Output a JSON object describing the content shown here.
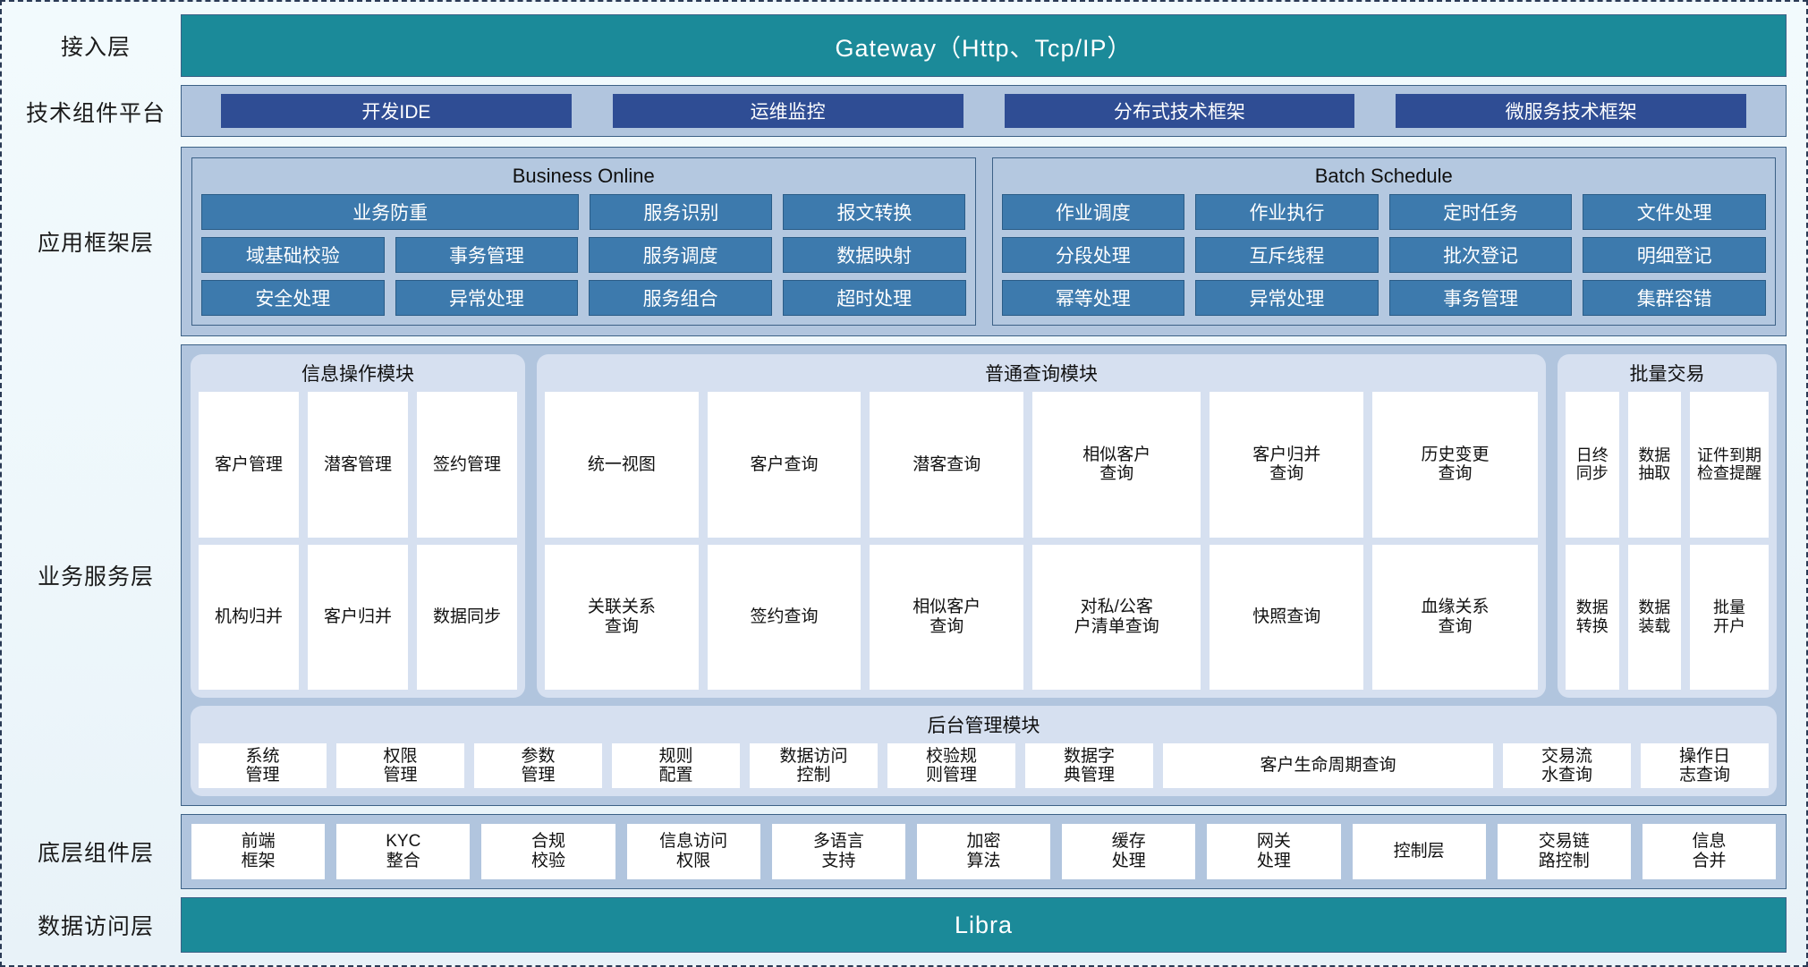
{
  "diagram": {
    "title": "Customer Information System Layered Architecture",
    "colors": {
      "teal": "#1b8a99",
      "band": "#b1c5de",
      "dark_blue_button": "#2f4d94",
      "mid_blue_cell": "#3d7aad",
      "group_panel": "#d6e0f0",
      "border": "#3c6186",
      "canvas_bg": "#eef7fb"
    },
    "layers": [
      {
        "id": "access",
        "label": "接入层"
      },
      {
        "id": "tech",
        "label": "技术组件平台"
      },
      {
        "id": "appframe",
        "label": "应用框架层"
      },
      {
        "id": "bizsvc",
        "label": "业务服务层"
      },
      {
        "id": "basecomp",
        "label": "底层组件层"
      },
      {
        "id": "dataacc",
        "label": "数据访问层"
      }
    ],
    "access_layer": {
      "bar_label": "Gateway（Http、Tcp/IP）"
    },
    "tech_platform": {
      "buttons": [
        {
          "label": "开发IDE"
        },
        {
          "label": "运维监控"
        },
        {
          "label": "分布式技术框架"
        },
        {
          "label": "微服务技术框架"
        }
      ]
    },
    "app_framework": {
      "groups": [
        {
          "title": "Business Online",
          "rows": [
            [
              {
                "label": "业务防重",
                "span": 2
              },
              {
                "label": "服务识别",
                "span": 1
              },
              {
                "label": "报文转换",
                "span": 1
              }
            ],
            [
              {
                "label": "域基础校验",
                "span": 1
              },
              {
                "label": "事务管理",
                "span": 1
              },
              {
                "label": "服务调度",
                "span": 1
              },
              {
                "label": "数据映射",
                "span": 1
              }
            ],
            [
              {
                "label": "安全处理",
                "span": 1
              },
              {
                "label": "异常处理",
                "span": 1
              },
              {
                "label": "服务组合",
                "span": 1
              },
              {
                "label": "超时处理",
                "span": 1
              }
            ]
          ]
        },
        {
          "title": "Batch Schedule",
          "rows": [
            [
              {
                "label": "作业调度",
                "span": 1
              },
              {
                "label": "作业执行",
                "span": 1
              },
              {
                "label": "定时任务",
                "span": 1
              },
              {
                "label": "文件处理",
                "span": 1
              }
            ],
            [
              {
                "label": "分段处理",
                "span": 1
              },
              {
                "label": "互斥线程",
                "span": 1
              },
              {
                "label": "批次登记",
                "span": 1
              },
              {
                "label": "明细登记",
                "span": 1
              }
            ],
            [
              {
                "label": "幂等处理",
                "span": 1
              },
              {
                "label": "异常处理",
                "span": 1
              },
              {
                "label": "事务管理",
                "span": 1
              },
              {
                "label": "集群容错",
                "span": 1
              }
            ]
          ]
        }
      ]
    },
    "business_service": {
      "groups_top": [
        {
          "title": "信息操作模块",
          "rows": [
            [
              {
                "label": "客户管理"
              },
              {
                "label": "潜客管理"
              },
              {
                "label": "签约管理"
              }
            ],
            [
              {
                "label": "机构归并"
              },
              {
                "label": "客户归并"
              },
              {
                "label": "数据同步"
              }
            ]
          ]
        },
        {
          "title": "普通查询模块",
          "rows": [
            [
              {
                "label": "统一视图"
              },
              {
                "label": "客户查询"
              },
              {
                "label": "潜客查询"
              },
              {
                "label": "相似客户\n查询"
              },
              {
                "label": "客户归并\n查询"
              },
              {
                "label": "历史变更\n查询"
              }
            ],
            [
              {
                "label": "关联关系\n查询"
              },
              {
                "label": "签约查询"
              },
              {
                "label": "相似客户\n查询"
              },
              {
                "label": "对私/公客\n户清单查询"
              },
              {
                "label": "快照查询"
              },
              {
                "label": "血缘关系\n查询"
              }
            ]
          ]
        },
        {
          "title": "批量交易",
          "rows": [
            [
              {
                "label": "日终\n同步"
              },
              {
                "label": "数据\n抽取"
              },
              {
                "label": "证件到期\n检查提醒"
              }
            ],
            [
              {
                "label": "数据\n转换"
              },
              {
                "label": "数据\n装载"
              },
              {
                "label": "批量\n开户"
              }
            ]
          ]
        }
      ],
      "group_admin": {
        "title": "后台管理模块",
        "cells": [
          {
            "label": "系统\n管理",
            "wide": false
          },
          {
            "label": "权限\n管理",
            "wide": false
          },
          {
            "label": "参数\n管理",
            "wide": false
          },
          {
            "label": "规则\n配置",
            "wide": false
          },
          {
            "label": "数据访问\n控制",
            "wide": false
          },
          {
            "label": "校验规\n则管理",
            "wide": false
          },
          {
            "label": "数据字\n典管理",
            "wide": false
          },
          {
            "label": "客户生命周期查询",
            "wide": true
          },
          {
            "label": "交易流\n水查询",
            "wide": false
          },
          {
            "label": "操作日\n志查询",
            "wide": false
          }
        ]
      }
    },
    "base_components": {
      "cells": [
        {
          "label": "前端\n框架"
        },
        {
          "label": "KYC\n整合"
        },
        {
          "label": "合规\n校验"
        },
        {
          "label": "信息访问\n权限"
        },
        {
          "label": "多语言\n支持"
        },
        {
          "label": "加密\n算法"
        },
        {
          "label": "缓存\n处理"
        },
        {
          "label": "网关\n处理"
        },
        {
          "label": "控制层"
        },
        {
          "label": "交易链\n路控制"
        },
        {
          "label": "信息\n合并"
        }
      ]
    },
    "data_access": {
      "bar_label": "Libra"
    }
  }
}
